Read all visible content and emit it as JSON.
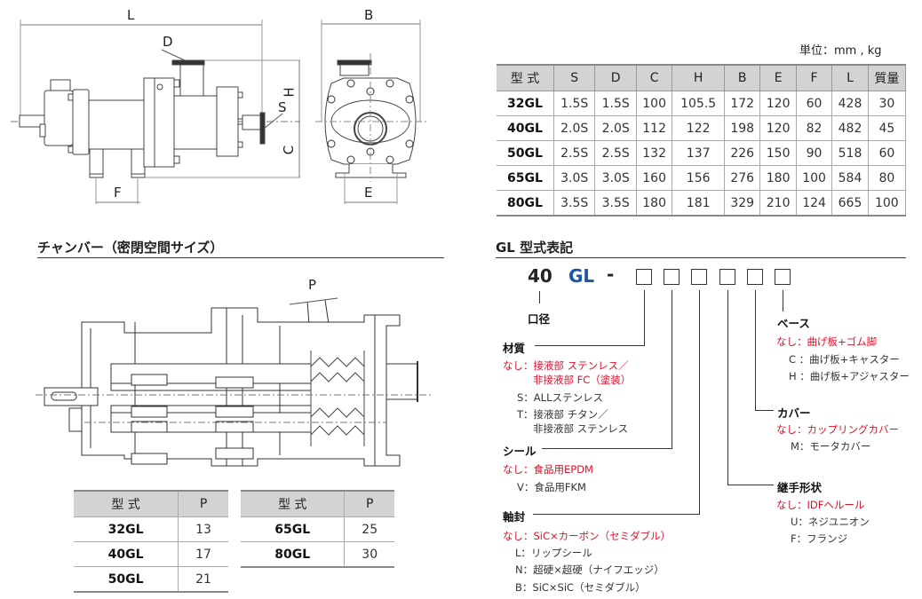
{
  "unit_label": "単位：mm , kg",
  "spec_table": {
    "headers": [
      "型 式",
      "S",
      "D",
      "C",
      "H",
      "B",
      "E",
      "F",
      "L",
      "質量"
    ],
    "rows": [
      [
        "32GL",
        "1.5S",
        "1.5S",
        "100",
        "105.5",
        "172",
        "120",
        "60",
        "428",
        "30"
      ],
      [
        "40GL",
        "2.0S",
        "2.0S",
        "112",
        "122",
        "198",
        "120",
        "82",
        "482",
        "45"
      ],
      [
        "50GL",
        "2.5S",
        "2.5S",
        "132",
        "137",
        "226",
        "150",
        "90",
        "518",
        "60"
      ],
      [
        "65GL",
        "3.0S",
        "3.0S",
        "160",
        "156",
        "276",
        "180",
        "100",
        "584",
        "80"
      ],
      [
        "80GL",
        "3.5S",
        "3.5S",
        "180",
        "181",
        "329",
        "210",
        "124",
        "665",
        "100"
      ]
    ]
  },
  "drawing_labels": {
    "side": {
      "L": "L",
      "D": "D",
      "H": "H",
      "S": "S",
      "C": "C",
      "F": "F"
    },
    "front": {
      "B": "B",
      "E": "E"
    },
    "chamber": {
      "P": "P"
    }
  },
  "chamber_section": {
    "title": "チャンバー（密閉空間サイズ）",
    "table_left": {
      "headers": [
        "型 式",
        "P"
      ],
      "rows": [
        [
          "32GL",
          "13"
        ],
        [
          "40GL",
          "17"
        ],
        [
          "50GL",
          "21"
        ]
      ]
    },
    "table_right": {
      "headers": [
        "型 式",
        "P"
      ],
      "rows": [
        [
          "65GL",
          "25"
        ],
        [
          "80GL",
          "30"
        ]
      ]
    }
  },
  "model_code": {
    "title": "GL 型式表記",
    "size": "40",
    "series": "GL",
    "dash": "-",
    "size_label": "口径",
    "colors": {
      "series": "#1a55a8",
      "default_option": "#e0102a"
    },
    "groups": {
      "material": {
        "label": "材質",
        "options": [
          {
            "text": "なし：接液部 ステンレス／",
            "default": true
          },
          {
            "text": "非接液部 FC（塗装）",
            "default": true
          },
          {
            "text": "S：ALLステンレス",
            "default": false
          },
          {
            "text": "T：接液部 チタン／",
            "default": false
          },
          {
            "text": "非接液部 ステンレス",
            "default": false
          }
        ]
      },
      "seal": {
        "label": "シール",
        "options": [
          {
            "text": "なし：食品用EPDM",
            "default": true
          },
          {
            "text": "V：食品用FKM",
            "default": false
          }
        ]
      },
      "shaft_seal": {
        "label": "軸封",
        "options": [
          {
            "text": "なし：SiC×カーボン（セミダブル）",
            "default": true
          },
          {
            "text": "L：リップシール",
            "default": false
          },
          {
            "text": "N：超硬×超硬（ナイフエッジ）",
            "default": false
          },
          {
            "text": "B：SiC×SiC（セミダブル）",
            "default": false
          }
        ]
      },
      "base": {
        "label": "ベース",
        "options": [
          {
            "text": "なし：曲げ板+ゴム脚",
            "default": true
          },
          {
            "text": "C ：曲げ板+キャスター",
            "default": false
          },
          {
            "text": "H ：曲げ板+アジャスター",
            "default": false
          }
        ]
      },
      "cover": {
        "label": "カバー",
        "options": [
          {
            "text": "なし：カップリングカバー",
            "default": true
          },
          {
            "text": "M：モータカバー",
            "default": false
          }
        ]
      },
      "joint": {
        "label": "継手形状",
        "options": [
          {
            "text": "なし：IDFヘルール",
            "default": true
          },
          {
            "text": "U：ネジユニオン",
            "default": false
          },
          {
            "text": "F：フランジ",
            "default": false
          }
        ]
      }
    }
  }
}
